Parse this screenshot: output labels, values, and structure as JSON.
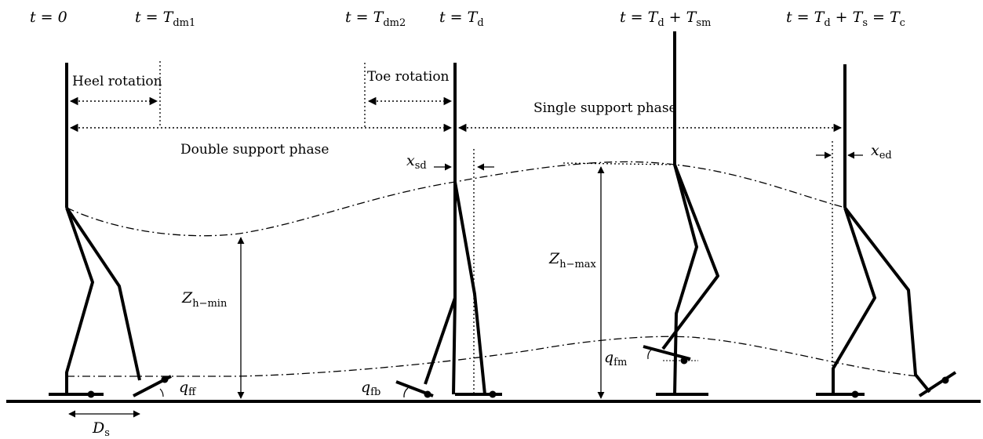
{
  "times": {
    "t0": "t = 0",
    "tdm1": "t = T",
    "tdm1_sub": "dm1",
    "tdm2": "t = T",
    "tdm2_sub": "dm2",
    "td": "t = T",
    "td_sub": "d",
    "tdsm_a": "t = T",
    "tdsm_a_sub": "d",
    "tdsm_b": " + T",
    "tdsm_b_sub": "sm",
    "tc_a": "t = T",
    "tc_a_sub": "d",
    "tc_b": " + T",
    "tc_b_sub": "s",
    "tc_c": " = T",
    "tc_c_sub": "c"
  },
  "phases": {
    "heel_rotation": "Heel rotation",
    "toe_rotation": "Toe rotation",
    "double_support": "Double support phase",
    "single_support": "Single support phase"
  },
  "symbols": {
    "x_sd": "x",
    "x_sd_sub": "sd",
    "x_ed": "x",
    "x_ed_sub": "ed",
    "z_hmin": "Z",
    "z_hmin_sub": "h−min",
    "z_hmax": "Z",
    "z_hmax_sub": "h−max",
    "q_ff": "q",
    "q_ff_sub": "ff",
    "q_fb": "q",
    "q_fb_sub": "fb",
    "q_fm": "q",
    "q_fm_sub": "fm",
    "d_s": "D",
    "d_s_sub": "s"
  },
  "colors": {
    "stroke": "#000000",
    "background": "#ffffff"
  }
}
